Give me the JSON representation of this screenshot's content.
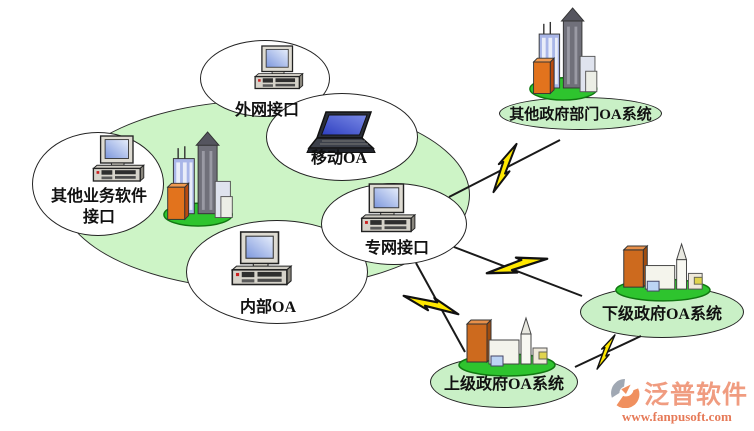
{
  "nodes": {
    "external_interface": {
      "label": "外网接口"
    },
    "mobile_oa": {
      "label": "移动OA"
    },
    "other_business_software": {
      "line1": "其他业务软件",
      "line2": "接口"
    },
    "private_network_interface": {
      "label": "专网接口"
    },
    "internal_oa": {
      "label": "内部OA"
    }
  },
  "external_systems": {
    "other_government": {
      "label": "其他政府部门OA系统"
    },
    "lower_government": {
      "label": "下级政府OA系统"
    },
    "upper_government": {
      "label": "上级政府OA系统"
    }
  },
  "watermark": {
    "brand": "泛普软件",
    "url": "www.fanpusoft.com"
  },
  "colors": {
    "zone_fill": "#cdf4c6",
    "system_label_fill": "#c9f0c6",
    "lightning_fill": "#ffe800",
    "mound_green": "#2ec42e",
    "screen_blue": "#7d97dd",
    "brand_orange": "#ef9476",
    "url_orange": "#e46f4a"
  }
}
